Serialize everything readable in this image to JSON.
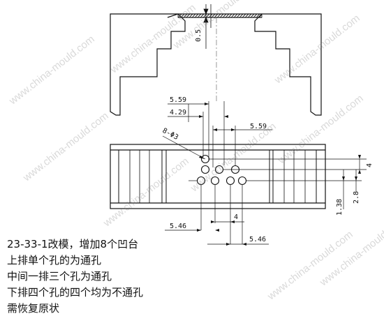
{
  "watermark": {
    "text": "www.china-mould.com",
    "color": "#9a9a9a"
  },
  "dimensions": {
    "top_depth": "0.5",
    "pitch_a": "5.59",
    "pitch_b": "4.29",
    "hole_callout": "8-Φ3",
    "pitch_c": "5.59",
    "right_vertical": "4",
    "right_vertical_small": "2.8",
    "left_vertical": "1.38",
    "bottom_pitch": "4",
    "bottom_left": "5.46",
    "bottom_right": "5.46"
  },
  "notes": {
    "line1": "23-33-1改模，增加8个凹台",
    "line2": "上排单个孔的为通孔",
    "line3": "中间一排三个孔为通孔",
    "line4": "下排四个孔的四个均为不通孔",
    "line5": "需恢复原状"
  }
}
